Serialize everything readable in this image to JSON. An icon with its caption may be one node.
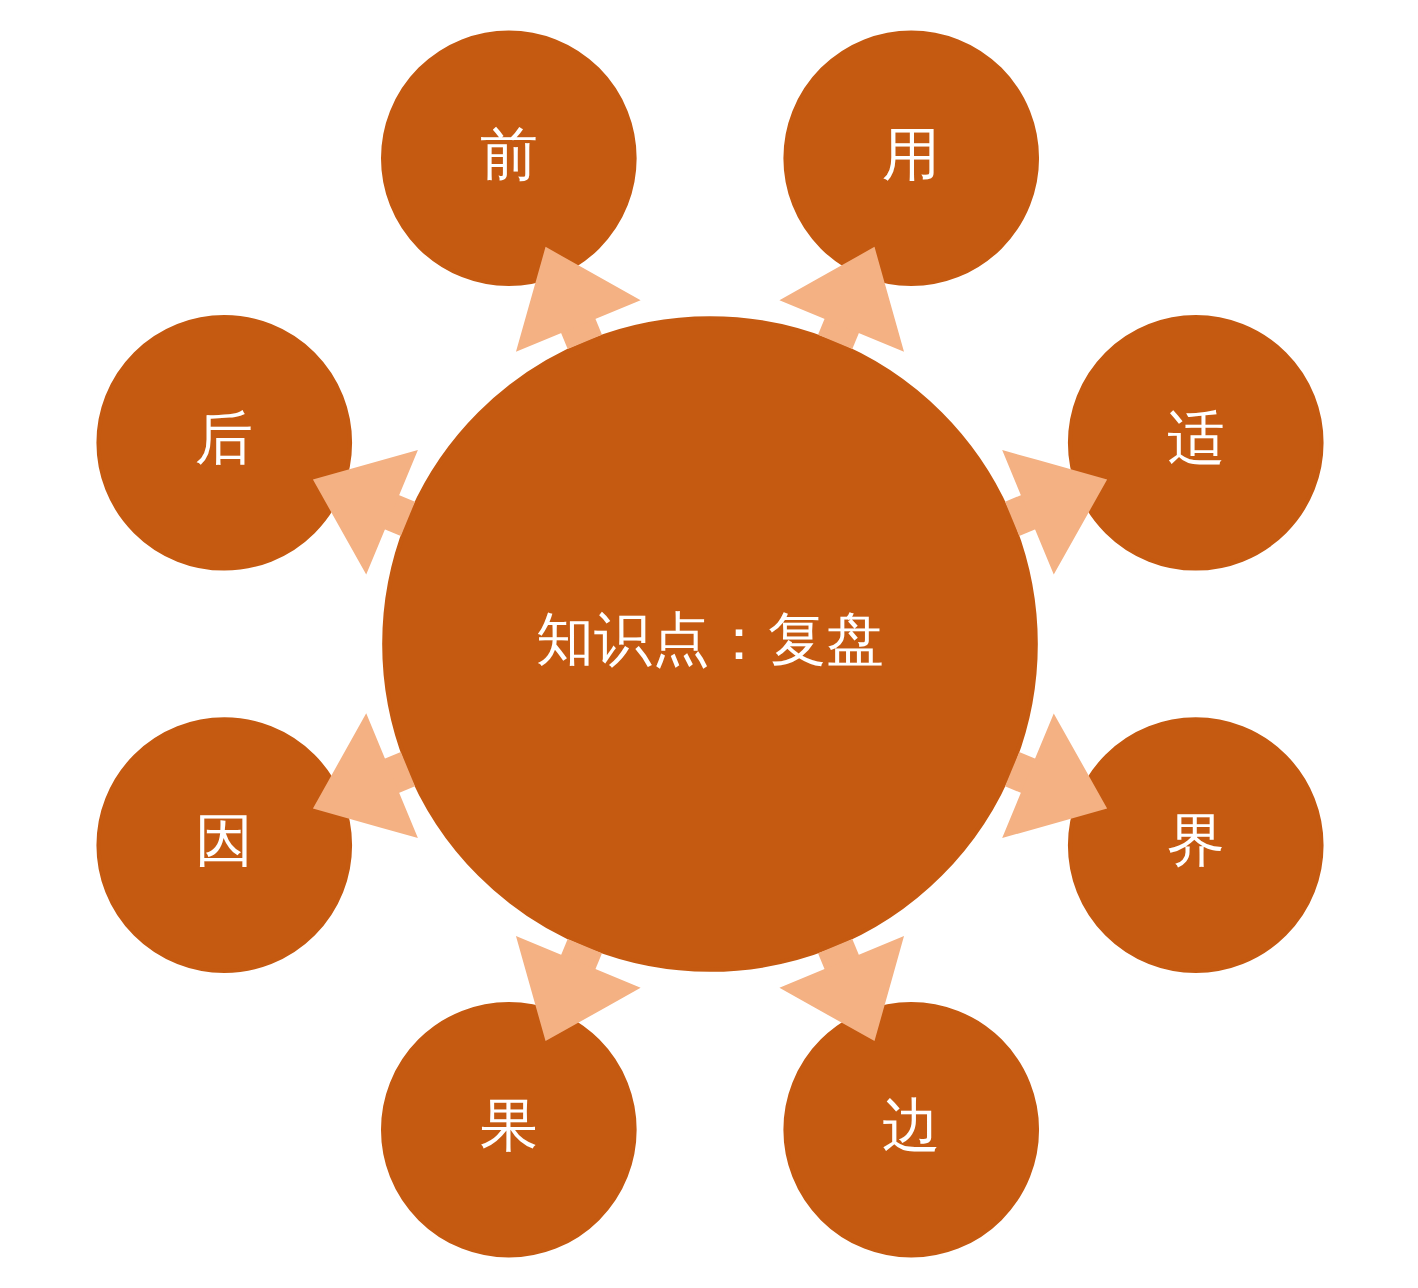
{
  "diagram": {
    "nodes": [
      {
        "text": [
          "适"
        ]
      },
      {
        "text": [
          "用"
        ]
      },
      {
        "text": [
          "前"
        ]
      },
      {
        "text": [
          "后"
        ]
      },
      {
        "text": [
          "知识点：复盘"
        ]
      },
      {
        "text": [
          "因"
        ]
      },
      {
        "text": [
          "果"
        ]
      },
      {
        "text": [
          "边"
        ]
      },
      {
        "text": [
          "界"
        ]
      }
    ],
    "edges": [
      {
        "from": 4,
        "to": 0,
        "arrow": "to"
      },
      {
        "from": 4,
        "to": 1,
        "arrow": "to"
      },
      {
        "from": 4,
        "to": 2,
        "arrow": "to"
      },
      {
        "from": 4,
        "to": 3,
        "arrow": "to"
      },
      {
        "from": 4,
        "to": 5,
        "arrow": "to"
      },
      {
        "from": 4,
        "to": 6,
        "arrow": "to"
      },
      {
        "from": 4,
        "to": 7,
        "arrow": "to"
      },
      {
        "from": 4,
        "to": 8,
        "arrow": "to"
      }
    ]
  }
}
